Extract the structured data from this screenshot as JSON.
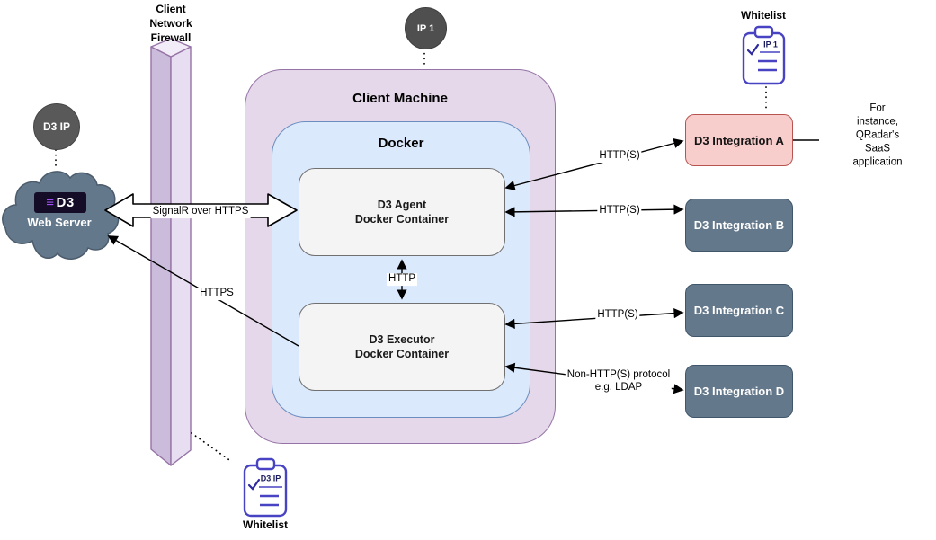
{
  "diagram": {
    "labels": {
      "firewall": "Client\nNetwork\nFirewall",
      "client_machine": "Client Machine",
      "docker": "Docker",
      "agent": "D3 Agent\nDocker Container",
      "executor": "D3 Executor\nDocker Container",
      "web_server": "Web Server",
      "logo_glyph": "≡",
      "logo_text": "D3",
      "d3_ip_badge": "D3 IP",
      "ip1_badge": "IP 1",
      "annotation": "For instance, QRadar's\nSaaS application"
    },
    "integrations": [
      {
        "label": "D3 Integration A",
        "style": "pink"
      },
      {
        "label": "D3 Integration B",
        "style": "slate"
      },
      {
        "label": "D3 Integration C",
        "style": "slate"
      },
      {
        "label": "D3 Integration D",
        "style": "slate"
      }
    ],
    "whitelists": {
      "top": {
        "title": "Whitelist",
        "entry": "IP 1"
      },
      "bottom": {
        "title": "Whitelist",
        "entry": "D3 IP"
      }
    },
    "connections": {
      "signalr": "SignalR over HTTPS",
      "https": "HTTPS",
      "http": "HTTP",
      "agent_a": "HTTP(S)",
      "agent_b": "HTTP(S)",
      "executor_c": "HTTP(S)",
      "executor_d": "Non-HTTP(S) protocol\ne.g. LDAP"
    },
    "colors": {
      "client_machine_fill": "#e5d8ea",
      "client_machine_stroke": "#9673a6",
      "docker_fill": "#dbe9fc",
      "docker_stroke": "#6c8ebf",
      "container_fill": "#f4f4f4",
      "integration_a_fill": "#f8cecc",
      "integration_a_stroke": "#b85450",
      "integration_fill": "#64788c",
      "cloud_fill": "#64788c",
      "firewall_front": "#cbbcdb",
      "firewall_side": "#e7def1",
      "firewall_stroke": "#9673a6",
      "ip_badge_fill": "#595959",
      "clipboard_stroke": "#4843c2",
      "logo_purple": "#a14ef5"
    }
  }
}
